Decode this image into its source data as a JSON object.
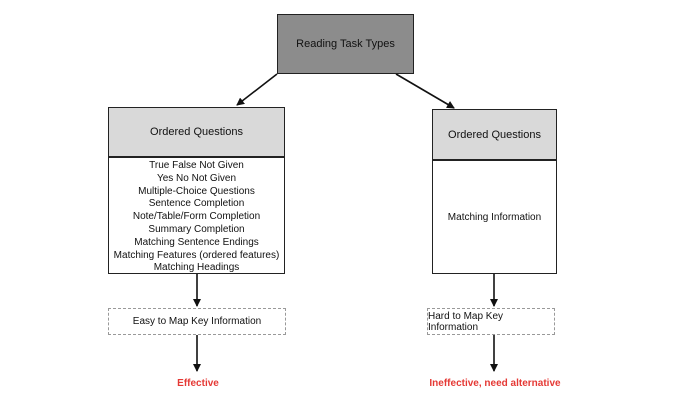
{
  "top": {
    "label": "Reading Task Types"
  },
  "left": {
    "header": "Ordered Questions",
    "items": [
      "True False Not Given",
      "Yes No Not Given",
      "Multiple-Choice Questions",
      "Sentence Completion",
      "Note/Table/Form Completion",
      "Summary Completion",
      "Matching Sentence Endings",
      "Matching Features (ordered features)",
      "Matching Headings"
    ],
    "outcome": "Easy to Map Key Information",
    "result": "Effective"
  },
  "right": {
    "header": "Ordered Questions",
    "body": "Matching Information",
    "outcome": "Hard to Map Key Information",
    "result": "Ineffective, need alternative"
  },
  "colors": {
    "result": "#e53935",
    "top_fill": "#8c8c8c",
    "header_fill": "#d9d9d9"
  }
}
